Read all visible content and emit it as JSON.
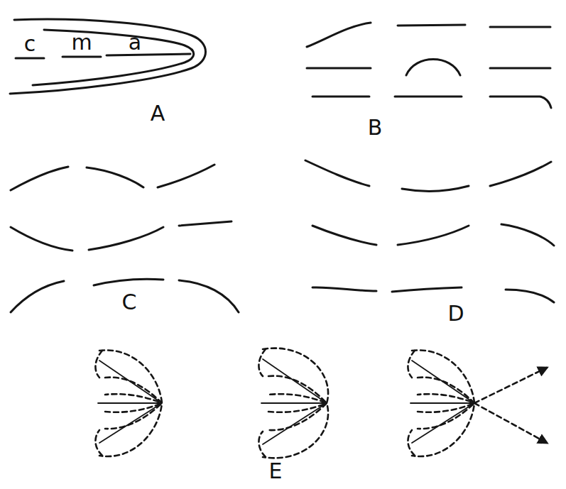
{
  "diagram": {
    "labels": [
      "c",
      "m",
      "a",
      "A",
      "B",
      "C",
      "D",
      "E"
    ]
  }
}
